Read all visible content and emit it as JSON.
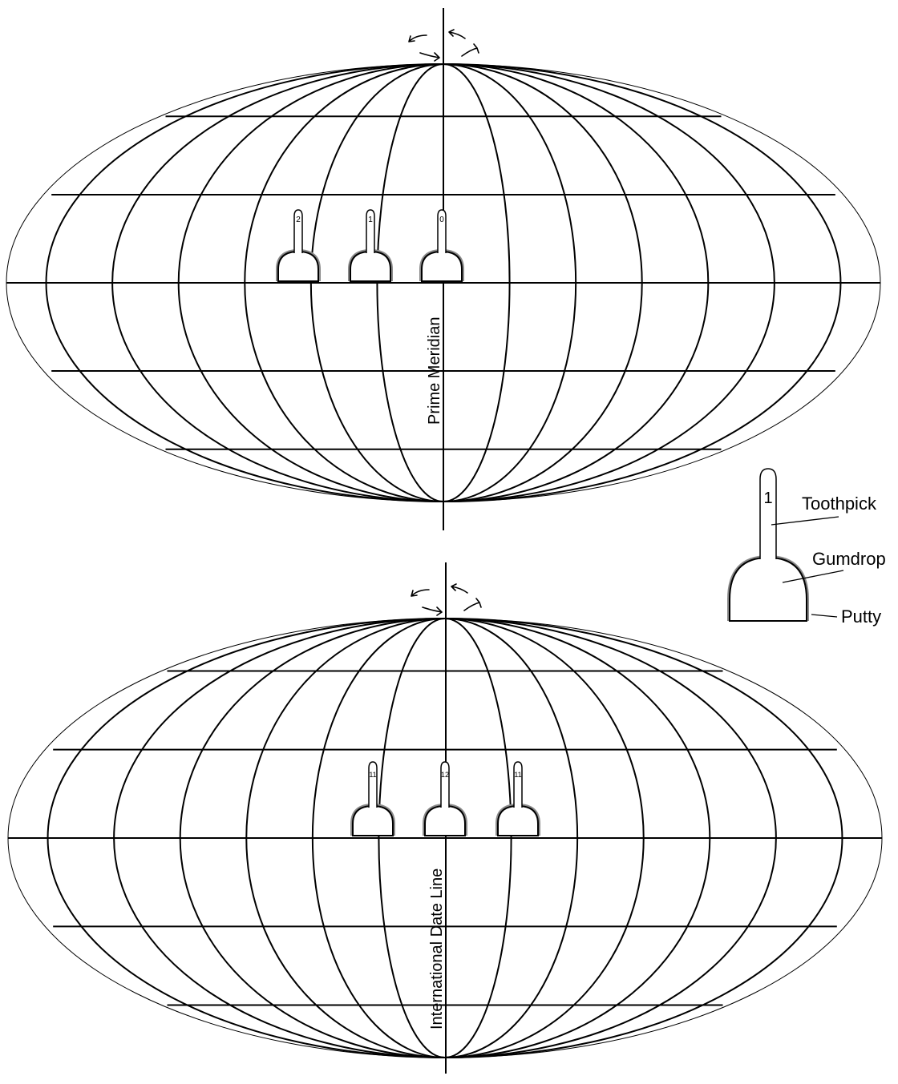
{
  "globes": [
    {
      "axis_label": "Prime Meridian",
      "markers": [
        {
          "number": "2"
        },
        {
          "number": "1"
        },
        {
          "number": "0"
        }
      ]
    },
    {
      "axis_label": "International Date Line",
      "markers": [
        {
          "number": "11"
        },
        {
          "number": "12"
        },
        {
          "number": "11"
        }
      ]
    }
  ],
  "legend": {
    "number": "1",
    "toothpick_label": "Toothpick",
    "gumdrop_label": "Gumdrop",
    "putty_label": "Putty"
  },
  "colors": {
    "line": "#000000",
    "putty": "#8a8a8a",
    "background": "#ffffff"
  }
}
